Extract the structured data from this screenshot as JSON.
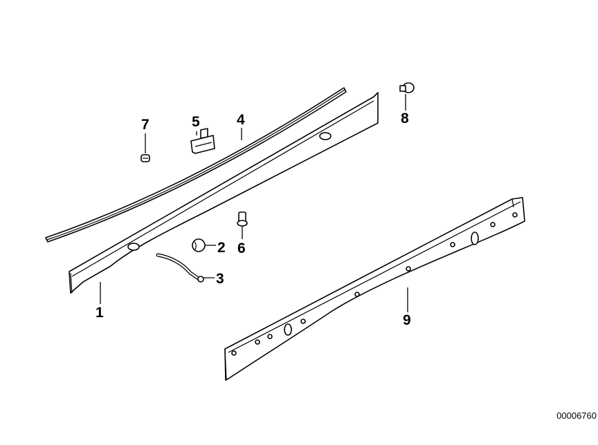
{
  "diagram": {
    "catalog_number": "00006760",
    "callouts": [
      {
        "id": "1",
        "label": "1"
      },
      {
        "id": "2",
        "label": "2"
      },
      {
        "id": "3",
        "label": "3"
      },
      {
        "id": "4",
        "label": "4"
      },
      {
        "id": "5",
        "label": "5"
      },
      {
        "id": "6",
        "label": "6"
      },
      {
        "id": "7",
        "label": "7"
      },
      {
        "id": "8",
        "label": "8"
      },
      {
        "id": "9",
        "label": "9"
      }
    ]
  }
}
